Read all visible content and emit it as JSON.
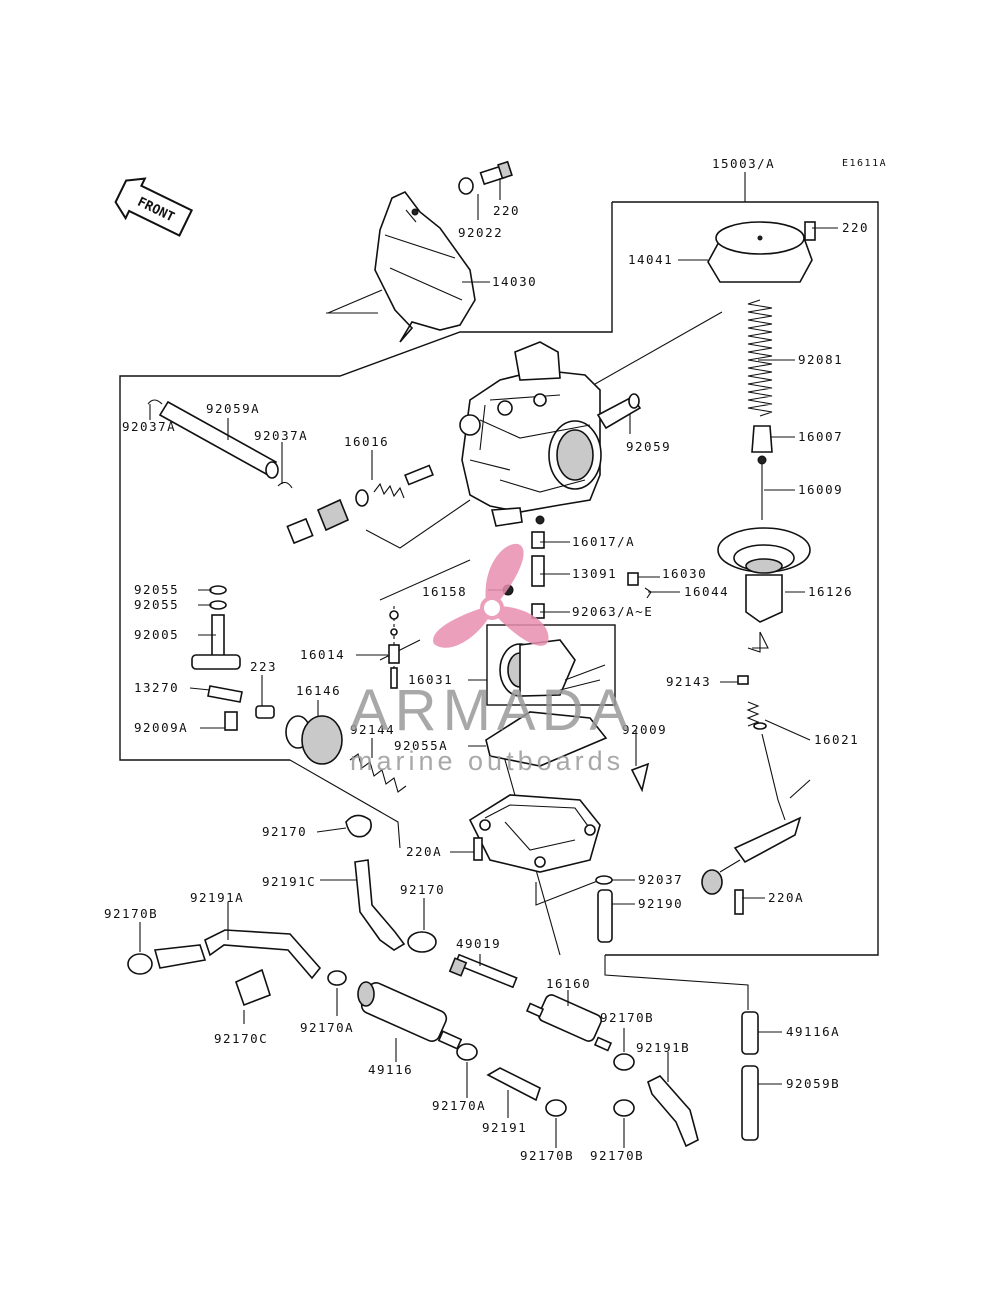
{
  "diagram_id": "E1611A",
  "front_label": "FRONT",
  "watermark": {
    "brand": "ARMADA",
    "tagline": "marine outboards",
    "logo_color": "#e98fb0",
    "text_color": "#9a9a9a"
  },
  "parts": {
    "p15003A": "15003/A",
    "p220_top": "220",
    "p92022": "92022",
    "p220_cover": "220",
    "p14041": "14041",
    "p14030": "14030",
    "p92081": "92081",
    "p16007": "16007",
    "p16009": "16009",
    "p92059A": "92059A",
    "p92037A_r": "92037A",
    "p92037A_l": "92037A",
    "p16016": "16016",
    "p92059": "92059",
    "p16017A": "16017/A",
    "p13091": "13091",
    "p16030": "16030",
    "p16044": "16044",
    "p16126": "16126",
    "p16158": "16158",
    "p92063": "92063/A~E",
    "p92055_1": "92055",
    "p92055_2": "92055",
    "p92005": "92005",
    "p16014": "16014",
    "p16031": "16031",
    "p223": "223",
    "p13270": "13270",
    "p16146": "16146",
    "p92009A": "92009A",
    "p92144": "92144",
    "p92055A": "92055A",
    "p92009": "92009",
    "p92143": "92143",
    "p16021": "16021",
    "p92170_a": "92170",
    "p220A_l": "220A",
    "p92037": "92037",
    "p92190": "92190",
    "p220A_r": "220A",
    "p92191C": "92191C",
    "p92170_b": "92170",
    "p92170B_1": "92170B",
    "p92191A": "92191A",
    "p49019": "49019",
    "p16160": "16160",
    "p92170C": "92170C",
    "p92170A_1": "92170A",
    "p92170B_2": "92170B",
    "p49116A": "49116A",
    "p92191B": "92191B",
    "p49116": "49116",
    "p92059B": "92059B",
    "p92170A_2": "92170A",
    "p92191": "92191",
    "p92170B_3": "92170B",
    "p92170B_4": "92170B"
  }
}
